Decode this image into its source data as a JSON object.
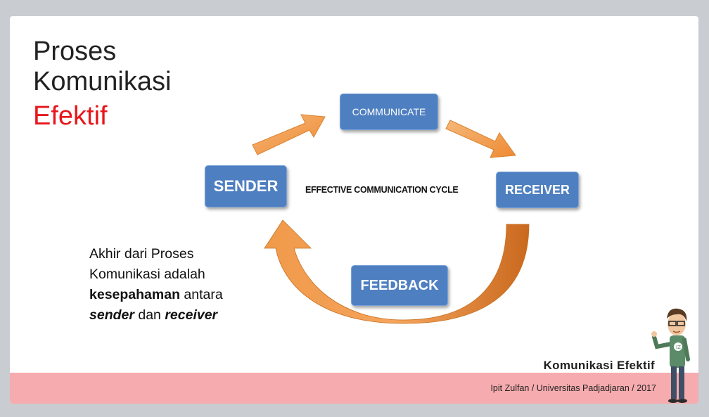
{
  "slide": {
    "title_line1": "Proses",
    "title_line2": "Komunikasi",
    "title_line3": "Efektif"
  },
  "diagram": {
    "communicate": "COMMUNICATE",
    "sender": "SENDER",
    "receiver": "RECEIVER",
    "feedback": "FEEDBACK",
    "cycle_label": "EFFECTIVE COMMUNICATION CYCLE"
  },
  "body": {
    "line1": "Akhir dari Proses",
    "line2": "Komunikasi adalah",
    "bold_word": "kesepahaman",
    "line3_rest": " antara",
    "sender_word": "sender",
    "dan": " dan ",
    "receiver_word": "receiver"
  },
  "footer": {
    "title": "Komunikasi Efektif",
    "credit": "Ipit Zulfan / Universitas Padjadjaran / 2017"
  },
  "colors": {
    "accent": "#e8161b",
    "box_blue": "#4e7fc1",
    "arrow_orange": "#f09a4a",
    "footer_pink": "#f6abae"
  }
}
